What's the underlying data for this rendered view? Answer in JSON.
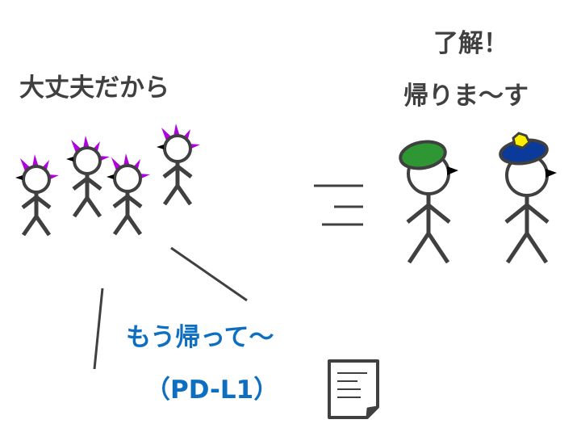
{
  "left_group": {
    "caption": "大丈夫だから",
    "figure_count": 4,
    "hair_color": "#b000e0"
  },
  "right_group": {
    "caption_line1": "了解！",
    "caption_line2": "帰りま〜す",
    "figures": [
      {
        "role": "soldier",
        "hat": "beret",
        "hat_color": "#2e9632"
      },
      {
        "role": "police",
        "hat": "police-cap",
        "hat_color": "#0a3a9a",
        "badge_color": "#ffee00"
      }
    ]
  },
  "relation_symbol": "≡",
  "signal": {
    "message": "もう帰って〜",
    "molecule": "（PD-L1）",
    "text_color": "#0e6fc1"
  },
  "document_icon": "document-icon",
  "colors": {
    "stroke": "#404040",
    "text": "#404040"
  }
}
